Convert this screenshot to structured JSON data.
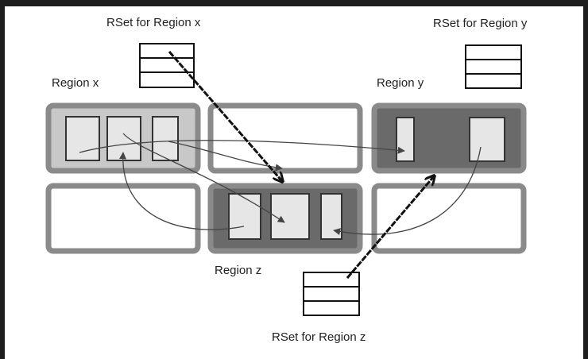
{
  "labels": {
    "rset_x": "RSet for Region x",
    "rset_y": "RSet for Region y",
    "rset_z": "RSet for Region z",
    "region_x": "Region x",
    "region_y": "Region y",
    "region_z": "Region z"
  },
  "colors": {
    "frame": "#1e1e1e",
    "canvas": "#ffffff",
    "region_border": "#8a8a8a",
    "region_light_fill": "#c8c8c8",
    "region_dark_fill": "#6a6a6a",
    "object_fill": "#e6e6e6",
    "object_border": "#333333",
    "arrow_thin": "#444444",
    "arrow_thick": "#111111"
  }
}
